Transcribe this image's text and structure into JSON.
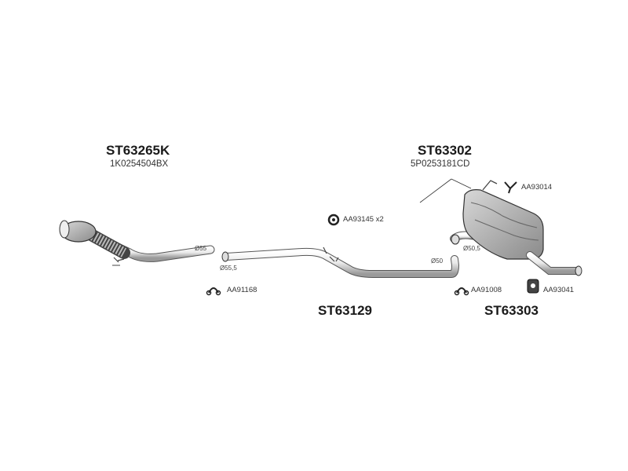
{
  "parts": {
    "catalyst": {
      "code": "ST63265K",
      "ref": "1K0254504BX"
    },
    "rear_silencer": {
      "code": "ST63302",
      "ref": "5P0253181CD"
    },
    "middle_pipe": {
      "code": "ST63129"
    },
    "tail": {
      "code": "ST63303"
    }
  },
  "accessories": {
    "hanger_x2": "AA93145 x2",
    "bracket": "AA93014",
    "clamp_front": "AA91168",
    "clamp_rear": "AA91008",
    "rubber_rear": "AA93041"
  },
  "dimensions": {
    "d55": "Ø55",
    "d55_5": "Ø55,5",
    "d50": "Ø50",
    "d50_5": "Ø50,5"
  }
}
